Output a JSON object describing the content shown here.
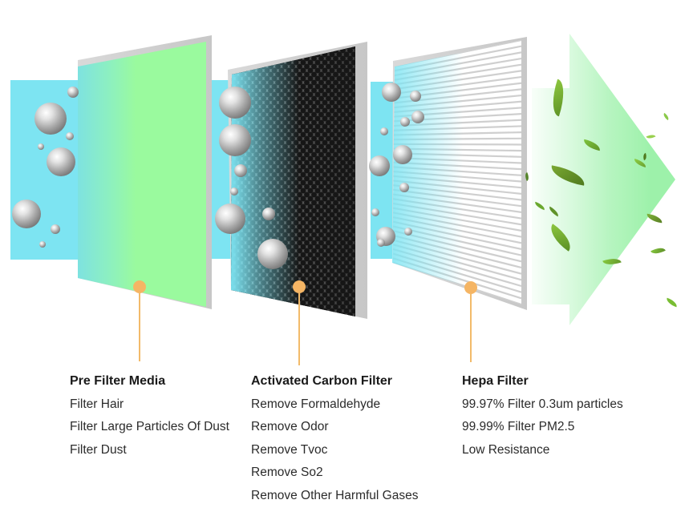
{
  "stages": [
    {
      "title": "Pre Filter Media",
      "items": [
        "Filter Hair",
        "Filter Large Particles Of Dust",
        "Filter Dust"
      ]
    },
    {
      "title": "Activated Carbon Filter",
      "items": [
        "Remove Formaldehyde",
        "Remove Odor",
        "Remove Tvoc",
        "Remove So2",
        "Remove Other Harmful Gases"
      ]
    },
    {
      "title": "Hepa Filter",
      "items": [
        "99.97% Filter 0.3um particles",
        "99.99% Filter PM2.5",
        "Low Resistance"
      ]
    }
  ],
  "colors": {
    "dirty_air_panel": "#7de4f2",
    "pre_filter_green": "#9afa9e",
    "carbon_filter_dark": "#3a3a3a",
    "hepa_filter_white": "#ffffff",
    "hepa_pleat_gray": "#cfcfcf",
    "clean_air_green": "#9df1aa",
    "callout_orange": "#f5b564",
    "particle_gray": "#8a8a8a",
    "leaf_green": "#7cc234",
    "text": "#262626"
  },
  "decor": {
    "particles": [
      [
        91,
        115,
        7
      ],
      [
        63,
        148,
        20
      ],
      [
        87,
        170,
        5
      ],
      [
        51,
        183,
        4
      ],
      [
        76,
        202,
        18
      ],
      [
        33,
        267,
        18
      ],
      [
        69,
        286,
        6
      ],
      [
        53,
        305,
        4
      ],
      [
        293,
        128,
        20
      ],
      [
        293,
        175,
        20
      ],
      [
        300,
        213,
        8
      ],
      [
        292,
        239,
        5
      ],
      [
        287,
        273,
        19
      ],
      [
        335,
        267,
        8
      ],
      [
        340,
        317,
        19
      ],
      [
        488,
        115,
        12
      ],
      [
        518,
        120,
        7
      ],
      [
        521,
        146,
        8
      ],
      [
        505,
        152,
        6
      ],
      [
        479,
        164,
        5
      ],
      [
        502,
        193,
        12
      ],
      [
        473,
        207,
        13
      ],
      [
        504,
        234,
        6
      ],
      [
        468,
        265,
        5
      ],
      [
        481,
        295,
        12
      ],
      [
        509,
        289,
        5
      ],
      [
        475,
        303,
        5
      ]
    ],
    "leaves": [
      [
        688,
        100,
        16,
        44,
        18,
        "#8cc63e",
        "#5f9427"
      ],
      [
        727,
        176,
        22,
        10,
        12,
        "#7ec43e",
        "#5f9427"
      ],
      [
        686,
        210,
        44,
        18,
        10,
        "#7aa832",
        "#4f7a1e"
      ],
      [
        666,
        254,
        14,
        6,
        20,
        "#6aa82e",
        "#6aa82e"
      ],
      [
        683,
        261,
        15,
        6,
        30,
        "#5f9229",
        "#5f9229"
      ],
      [
        681,
        288,
        36,
        17,
        35,
        "#8cc63e",
        "#5a8f25"
      ],
      [
        752,
        322,
        22,
        9,
        -18,
        "#86c940",
        "#64992b"
      ],
      [
        826,
        143,
        9,
        5,
        35,
        "#8bc94a",
        "#8bc94a"
      ],
      [
        806,
        168,
        11,
        5,
        -25,
        "#9ad04f",
        "#9ad04f"
      ],
      [
        790,
        200,
        16,
        7,
        15,
        "#8ecf45",
        "#6aa030"
      ],
      [
        800,
        193,
        8,
        5,
        70,
        "#4f7a1e",
        "#4f7a1e"
      ],
      [
        806,
        268,
        20,
        9,
        8,
        "#7fb33a",
        "#597f24"
      ],
      [
        812,
        309,
        17,
        8,
        -28,
        "#84c53e",
        "#60912a"
      ],
      [
        830,
        374,
        15,
        7,
        20,
        "#79bd33",
        "#79bd33"
      ],
      [
        652,
        218,
        10,
        5,
        65,
        "#55842a",
        "#55842a"
      ]
    ]
  }
}
